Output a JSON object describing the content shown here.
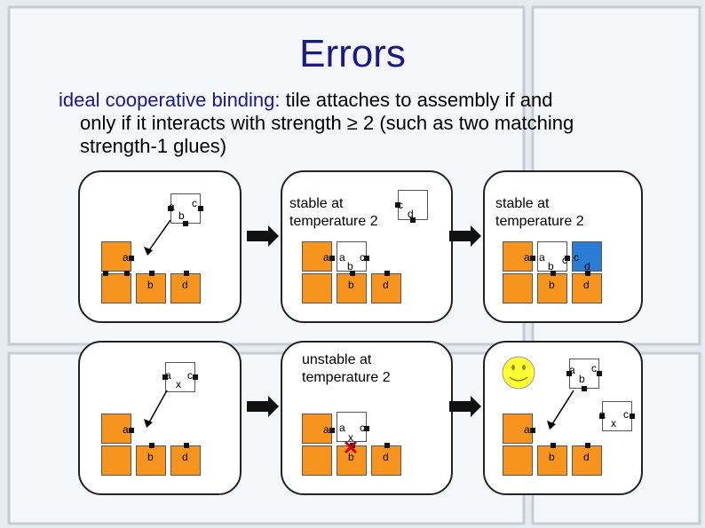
{
  "slide": {
    "title": "Errors",
    "line1_a": "ideal cooperative binding:",
    "line1_b": " tile attaches to assembly if and",
    "line2": "only if it interacts with strength ≥ 2 (such as two matching",
    "line3": "strength-1 glues)"
  },
  "notes": {
    "stable1_line1": "stable at",
    "stable1_line2": "temperature 2",
    "stable2_line1": "stable at",
    "stable2_line2": "temperature 2",
    "unstable_line1": "unstable at",
    "unstable_line2": "temperature 2"
  },
  "glue_labels": {
    "a": "a",
    "b": "b",
    "c": "c",
    "d": "d",
    "x": "x"
  },
  "colors": {
    "tile": "#f7941d",
    "attached_tile": "#2b7cd4",
    "error_mark": "#cc0000",
    "title": "#1a1a80"
  }
}
